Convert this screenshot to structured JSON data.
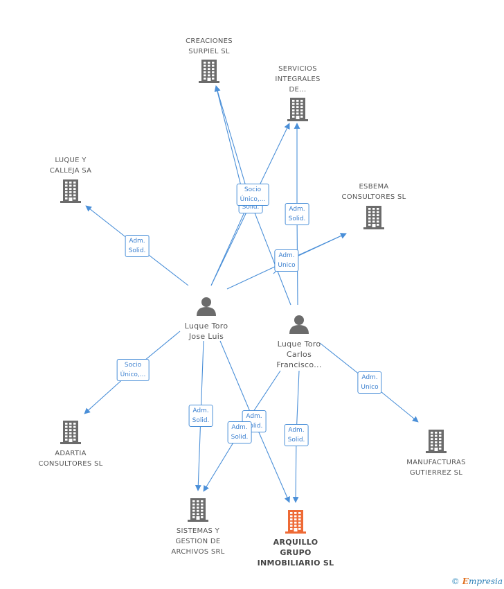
{
  "nodes": [
    {
      "id": "creaciones",
      "type": "company",
      "lines": [
        "CREACIONES",
        "SURPIEL SL"
      ]
    },
    {
      "id": "servicios",
      "type": "company",
      "lines": [
        "SERVICIOS",
        "INTEGRALES",
        "DE..."
      ]
    },
    {
      "id": "luque_calleja",
      "type": "company",
      "lines": [
        "LUQUE Y",
        "CALLEJA SA"
      ]
    },
    {
      "id": "esbema",
      "type": "company",
      "lines": [
        "ESBEMA",
        "CONSULTORES SL"
      ]
    },
    {
      "id": "jose_luis",
      "type": "person",
      "lines": [
        "Luque Toro",
        "Jose Luis"
      ]
    },
    {
      "id": "carlos",
      "type": "person",
      "lines": [
        "Luque Toro",
        "Carlos",
        "Francisco..."
      ]
    },
    {
      "id": "adartia",
      "type": "company",
      "lines": [
        "ADARTIA",
        "CONSULTORES SL"
      ]
    },
    {
      "id": "manufacturas",
      "type": "company",
      "lines": [
        "MANUFACTURAS",
        "GUTIERREZ SL"
      ]
    },
    {
      "id": "sistemas",
      "type": "company",
      "lines": [
        "SISTEMAS Y",
        "GESTION DE",
        "ARCHIVOS SRL"
      ]
    },
    {
      "id": "arquillo",
      "type": "focus",
      "lines": [
        "ARQUILLO",
        "GRUPO",
        "INMOBILIARIO SL"
      ]
    }
  ],
  "edges": [
    {
      "from": "jose_luis",
      "to": "creaciones",
      "label": ""
    },
    {
      "from": "jose_luis",
      "to": "servicios",
      "label": ""
    },
    {
      "from": "jose_luis",
      "to": "luque_calleja",
      "label": [
        "Adm.",
        "Solid."
      ]
    },
    {
      "from": "jose_luis",
      "to": "esbema",
      "label": ""
    },
    {
      "from": "jose_luis",
      "to": "adartia",
      "label": [
        "Socio",
        "Único,..."
      ]
    },
    {
      "from": "jose_luis",
      "to": "sistemas",
      "label": [
        "Adm.",
        "Solid."
      ]
    },
    {
      "from": "jose_luis",
      "to": "arquillo",
      "label": [
        "Adm.",
        "Solid."
      ]
    },
    {
      "from": "carlos",
      "to": "creaciones",
      "label": [
        "Adm.",
        "Solid."
      ]
    },
    {
      "from": "carlos",
      "to": "servicios",
      "label": [
        "Adm.",
        "Solid."
      ]
    },
    {
      "from": "carlos",
      "to": "esbema",
      "label": [
        "Adm.",
        "Unico"
      ]
    },
    {
      "from": "carlos",
      "to": "manufacturas",
      "label": [
        "Adm.",
        "Unico"
      ]
    },
    {
      "from": "carlos",
      "to": "sistemas",
      "label": [
        "Adm.",
        "Solid."
      ]
    },
    {
      "from": "carlos",
      "to": "arquillo",
      "label": [
        "Adm.",
        "Solid."
      ]
    }
  ],
  "overlay_labels": [
    {
      "lines": [
        "Socio",
        "Único,..."
      ]
    }
  ],
  "colors": {
    "edge": "#4a8fd8",
    "company": "#6b6b6b",
    "focus": "#ee6a35",
    "person": "#6b6b6b"
  },
  "watermark": {
    "copyright": "©",
    "brand_initial": "E",
    "brand_rest": "mpresia"
  }
}
